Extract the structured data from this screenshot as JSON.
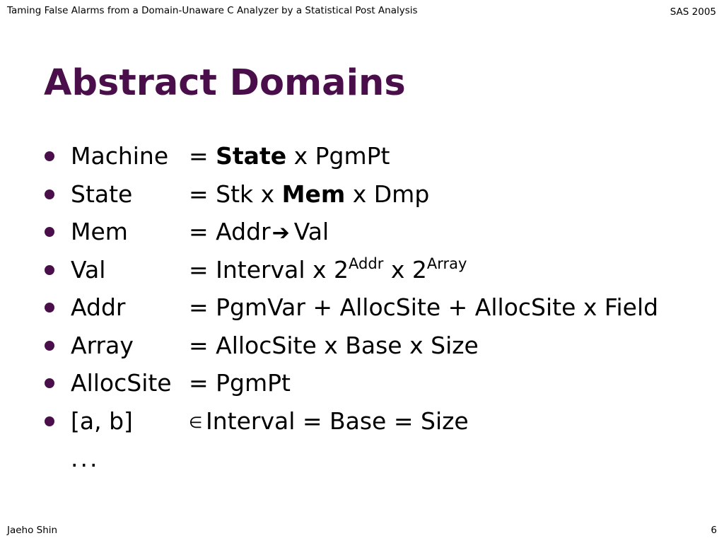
{
  "header": {
    "left": "Taming False Alarms from a Domain-Unaware C Analyzer by a Statistical Post Analysis",
    "right": "SAS 2005"
  },
  "title": "Abstract Domains",
  "rows": [
    {
      "term": "Machine",
      "eq": "= ",
      "bold1": "State",
      "rest1": " x PgmPt"
    },
    {
      "term": "State",
      "eq": "= ",
      "pre": "Stk x ",
      "bold1": "Mem",
      "rest1": " x Dmp"
    },
    {
      "term": "Mem",
      "eq": "= ",
      "pre": "Addr",
      "arrow_icon": "right-arrow",
      "post": "Val"
    },
    {
      "term": "Val",
      "eq": "= ",
      "pre": "Interval x 2",
      "sup1": "Addr",
      "mid": " x 2",
      "sup2": "Array"
    },
    {
      "term": "Addr",
      "eq": "= ",
      "text": "PgmVar + AllocSite + AllocSite x Field"
    },
    {
      "term": "Array",
      "eq": "= ",
      "text": "AllocSite x Base x Size"
    },
    {
      "term": "AllocSite",
      "eq": "= ",
      "text": "PgmPt"
    },
    {
      "term": "[a, b]",
      "elem_icon": "element-of",
      "text": "Interval = Base = Size"
    }
  ],
  "ellipsis": "...",
  "footer": {
    "left": "Jaeho Shin",
    "right": "6"
  },
  "colors": {
    "title": "#4a0f4a",
    "bullet": "#4a0f4a"
  }
}
